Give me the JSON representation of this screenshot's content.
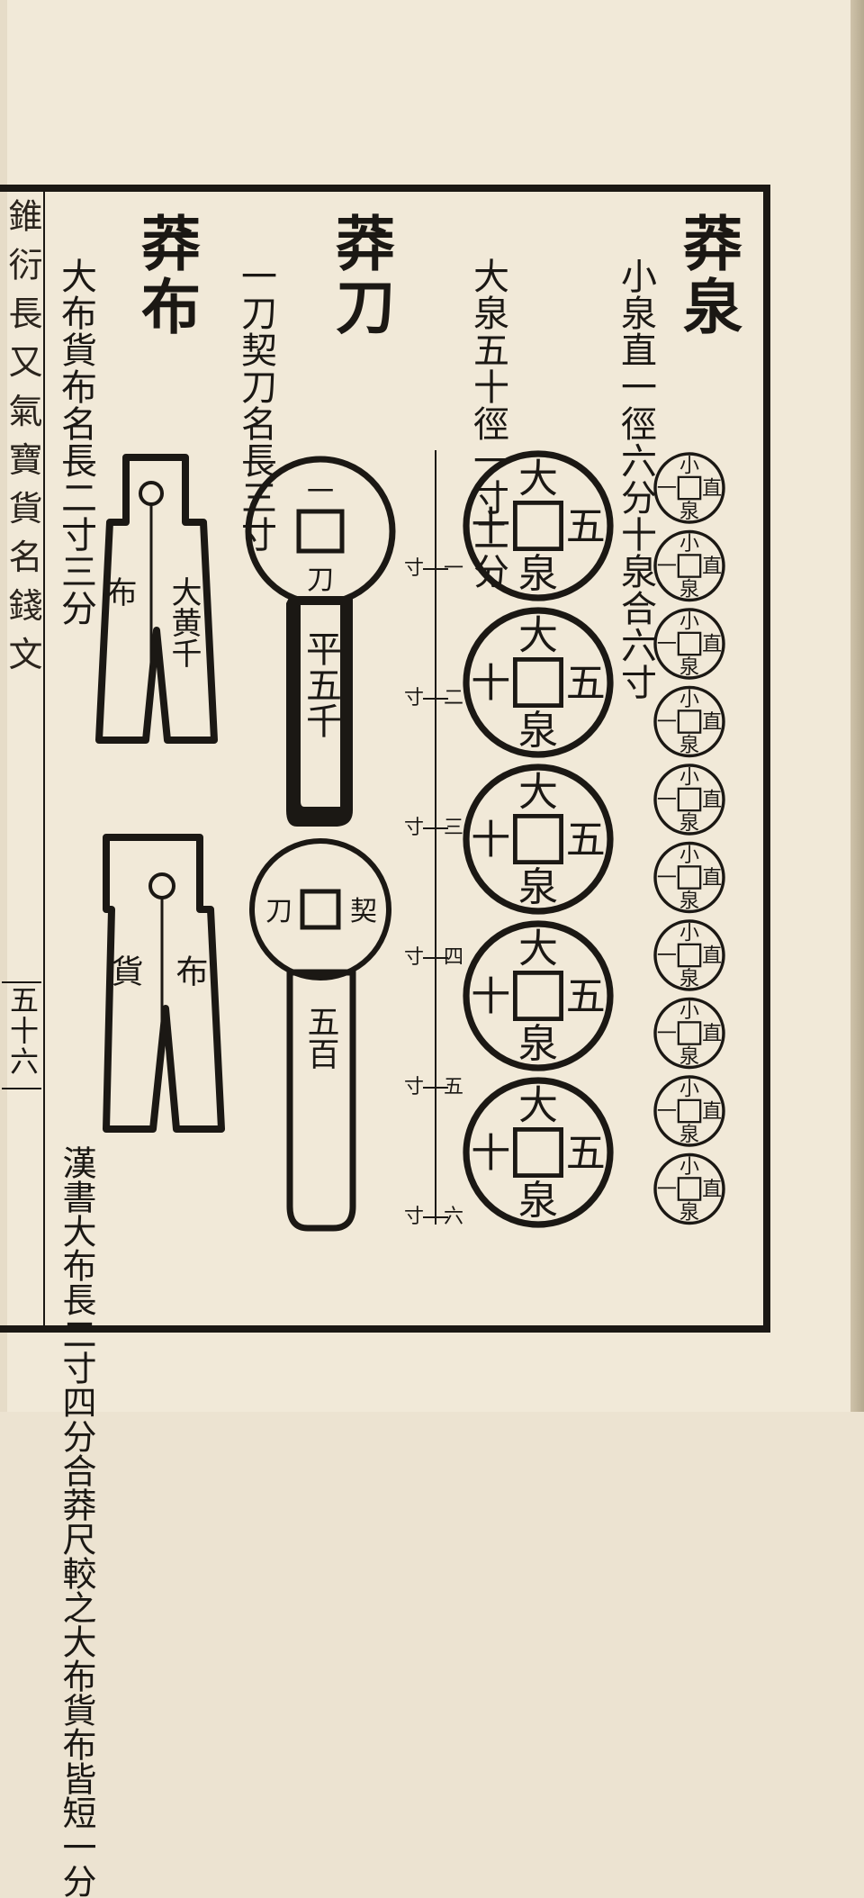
{
  "margin": {
    "title": "錐 衍 長 又 氣 寶 貨 名 錢 文",
    "folio": "五十六"
  },
  "sections": {
    "quan": {
      "heading": "莽泉",
      "small_caption": "小泉直一徑六分十泉合六寸",
      "large_caption": "大泉五十徑一寸二分"
    },
    "dao": {
      "heading": "莽刀",
      "caption": "一刀契刀名長三寸"
    },
    "bu": {
      "heading": "莽布",
      "caption": "大布貨布名長二寸三分"
    }
  },
  "ruler": {
    "unit": "寸",
    "marks": [
      "一",
      "二",
      "三",
      "四",
      "五",
      "六"
    ]
  },
  "coins": {
    "small_quan": {
      "count": 10,
      "chars": {
        "top": "小",
        "right": "直",
        "bottom": "泉",
        "left": "一"
      }
    },
    "large_quan": {
      "count": 5,
      "chars": {
        "top": "大",
        "right": "五",
        "bottom": "泉",
        "left": "十"
      }
    },
    "dao_yi": {
      "ring_top": "一",
      "ring_bottom": "刀",
      "blade": "平五千"
    },
    "dao_qi": {
      "ring_left": "刀",
      "ring_right": "契",
      "blade": "五百"
    },
    "bu_da": {
      "left": "布",
      "right": "大黄千"
    },
    "bu_huo": {
      "left": "貨",
      "right": "布"
    }
  },
  "bottom_note": "漢書大布長二寸四分合莽尺較之大布貨布皆短一分"
}
